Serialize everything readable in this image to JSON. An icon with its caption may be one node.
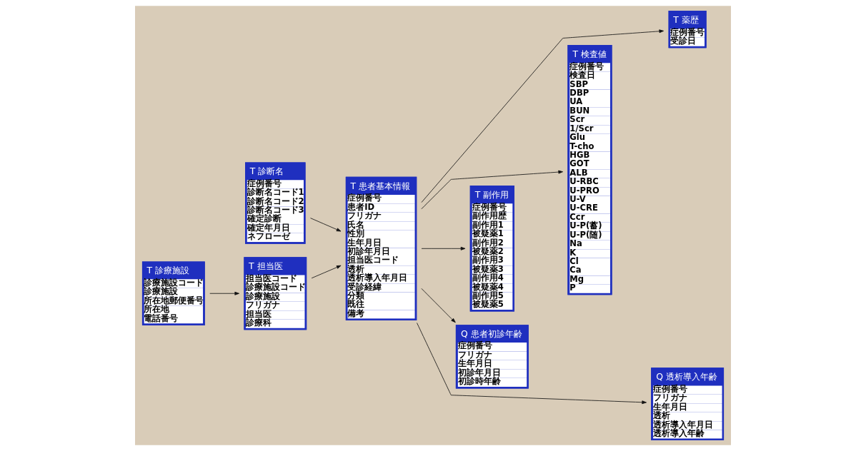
{
  "diagram": {
    "nodes": [
      {
        "text": [
          "T 診断名",
          "症例番号",
          "診断名コード1",
          "診断名コード2",
          "診断名コード3",
          "確定診断",
          "確定年月日",
          "ネフローゼ"
        ]
      },
      {
        "text": [
          "T 患者基本情報",
          "症例番号",
          "患者ID",
          "フリガナ",
          "氏名",
          "性別",
          "生年月日",
          "初診年月日",
          "担当医コード",
          "透析",
          "透析導入年月日",
          "受診経緯",
          "分類",
          "既往",
          "備考"
        ]
      },
      {
        "text": [
          "T 薬歴",
          "症例番号",
          "受診日"
        ]
      },
      {
        "text": [
          "T 検査値",
          "症例番号",
          "検査日",
          "SBP",
          "DBP",
          "UA",
          "BUN",
          "Scr",
          "1/Scr",
          "Glu",
          "T-cho",
          "HGB",
          "GOT",
          "ALB",
          "U-RBC",
          "U-PRO",
          "U-V",
          "U-CRE",
          "Ccr",
          "U-P(蓄)",
          "U-P(随)",
          "Na",
          "K",
          "Cl",
          "Ca",
          "Mg",
          "P"
        ]
      },
      {
        "text": [
          "T 担当医",
          "担当医コード",
          "診療施設コード",
          "診療施設",
          "フリガナ",
          "担当医",
          "診療科"
        ]
      },
      {
        "text": [
          "T 副作用",
          "症例番号",
          "副作用歴",
          "副作用1",
          "被疑薬1",
          "副作用2",
          "被疑薬2",
          "副作用3",
          "被疑薬3",
          "副作用4",
          "被疑薬4",
          "副作用5",
          "被疑薬5"
        ]
      },
      {
        "text": [
          "T 診療施設",
          "診療施設コード",
          "診療施設",
          "所在地郵便番号",
          "所在地",
          "電話番号"
        ]
      },
      {
        "text": [
          "Q 患者初診年齢",
          "症例番号",
          "フリガナ",
          "生年月日",
          "初診年月日",
          "初診時年齢"
        ]
      },
      {
        "text": [
          "Q 透析導入年齢",
          "症例番号",
          "フリガナ",
          "生年月日",
          "透析",
          "透析導入年月日",
          "透析導入年齢"
        ]
      }
    ],
    "edges": [
      {
        "from": 0,
        "to": 1,
        "arrow": "to"
      },
      {
        "from": 4,
        "to": 1,
        "arrow": "to"
      },
      {
        "from": 6,
        "to": 4,
        "arrow": "to"
      },
      {
        "from": 1,
        "to": 2,
        "arrow": "to"
      },
      {
        "from": 1,
        "to": 3,
        "arrow": "to"
      },
      {
        "from": 1,
        "to": 5,
        "arrow": "to"
      },
      {
        "from": 1,
        "to": 7,
        "arrow": "to"
      },
      {
        "from": 1,
        "to": 8,
        "arrow": "to"
      }
    ]
  }
}
